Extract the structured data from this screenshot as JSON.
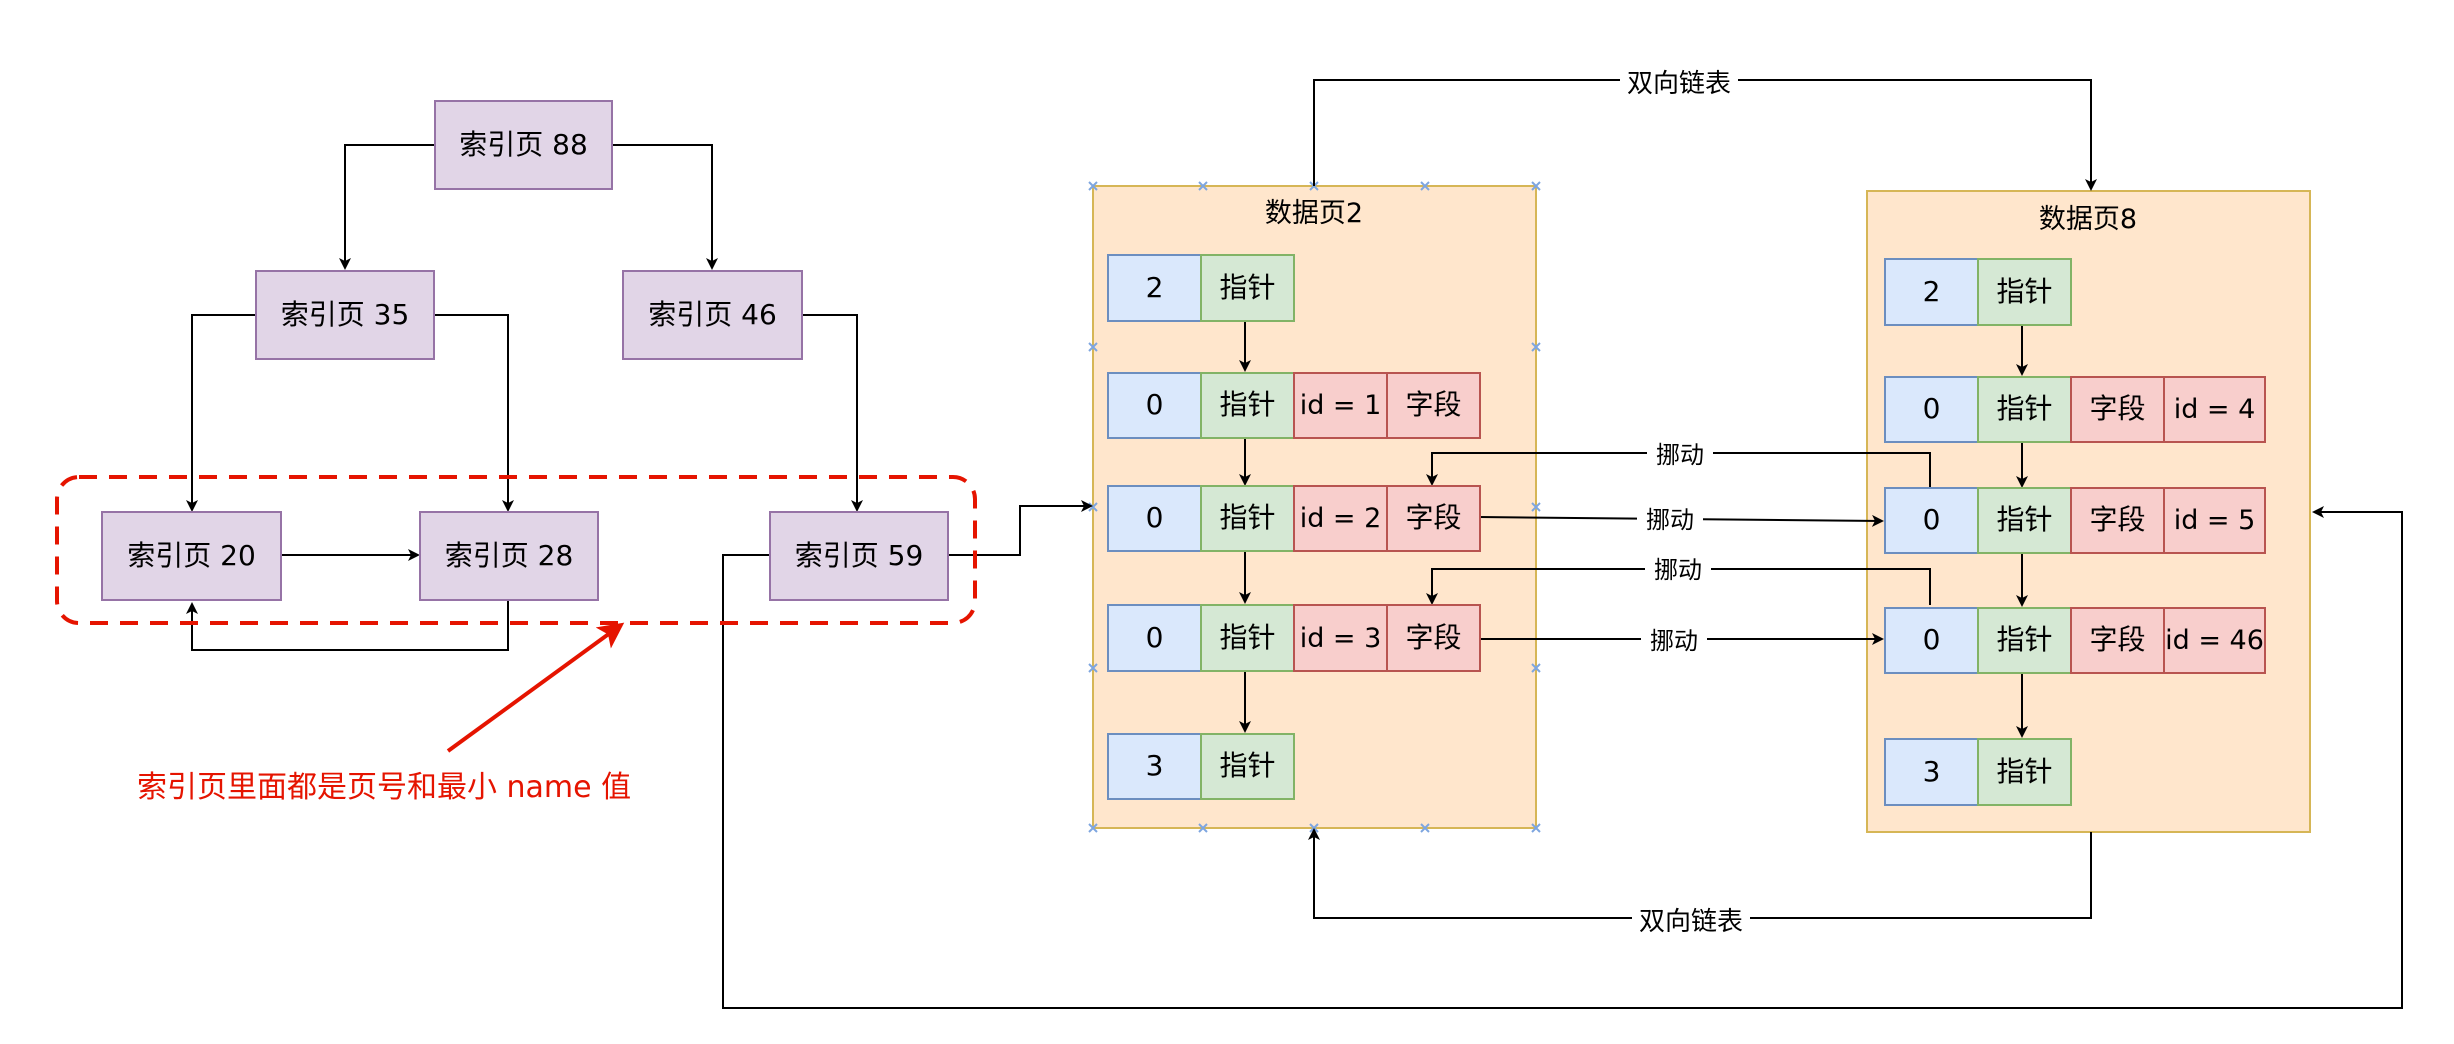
{
  "index_pages": {
    "root": "索引页 88",
    "p35": "索引页 35",
    "p46": "索引页 46",
    "p20": "索引页 20",
    "p28": "索引页 28",
    "p59": "索引页 59"
  },
  "annotation": "索引页里面都是页号和最小 name 值",
  "data_page_2": {
    "title": "数据页2",
    "rows": [
      [
        "2",
        "指针"
      ],
      [
        "0",
        "指针",
        "id = 1",
        "字段"
      ],
      [
        "0",
        "指针",
        "id = 2",
        "字段"
      ],
      [
        "0",
        "指针",
        "id = 3",
        "字段"
      ],
      [
        "3",
        "指针"
      ]
    ]
  },
  "data_page_8": {
    "title": "数据页8",
    "rows": [
      [
        "2",
        "指针"
      ],
      [
        "0",
        "指针",
        "字段",
        "id = 4"
      ],
      [
        "0",
        "指针",
        "字段",
        "id = 5"
      ],
      [
        "0",
        "指针",
        "字段",
        "id = 46"
      ],
      [
        "3",
        "指针"
      ]
    ]
  },
  "edges": {
    "doubly_linked_top": "双向链表",
    "doubly_linked_bottom": "双向链表",
    "move": "挪动"
  },
  "colors": {
    "index_fill": "#e1d5e7",
    "index_stroke": "#9673a6",
    "page_fill": "#ffe6cc",
    "page_stroke": "#d6b656",
    "blue_fill": "#dae8fc",
    "blue_stroke": "#6c8ebf",
    "green_fill": "#d5e8d4",
    "green_stroke": "#82b366",
    "red_fill": "#f8cecc",
    "red_stroke": "#b85450",
    "highlight": "#e51400"
  }
}
